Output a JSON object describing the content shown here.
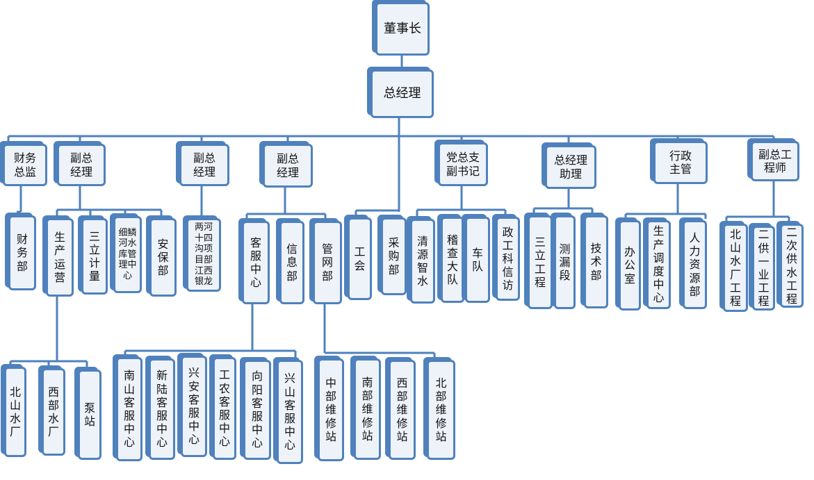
{
  "colors": {
    "line": "#4f81bd",
    "fill": "#eef3fa"
  },
  "chairman": "董事长",
  "general_manager": "总经理",
  "level2": [
    "财务总监",
    "副总经理",
    "副总经理",
    "副总经理",
    "党总支副书记",
    "总经理助理",
    "行政主管",
    "副总工程师"
  ],
  "level3": [
    "财务部",
    "生产运营",
    "三立计量",
    "细鳞河水库管理中心",
    "安保部",
    "两河十四沟项目部江西银龙",
    "客服中心",
    "信息部",
    "管网部",
    "工会",
    "采购部",
    "清源智水",
    "稽查大队",
    "车队",
    "政工科信访",
    "三立工程",
    "测漏段",
    "技术部",
    "办公室",
    "生产调度中心",
    "人力资源部",
    "北山水厂工程",
    "二供一业工程",
    "二次供水工程"
  ],
  "level4": [
    "北山水厂",
    "西部水厂",
    "泵站",
    "南山客服中心",
    "新陆客服中心",
    "兴安客服中心",
    "工农客服中心",
    "向阳客服中心",
    "兴山客服中心",
    "中部维修站",
    "南部维修站",
    "西部维修站",
    "北部维修站"
  ]
}
